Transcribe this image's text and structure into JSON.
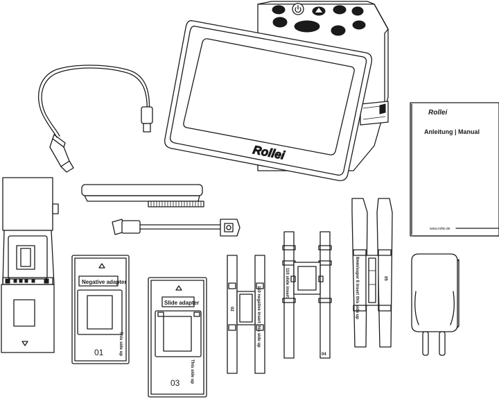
{
  "scanner": {
    "brand": "Rollei"
  },
  "manual": {
    "brand": "Rollei",
    "title": "Anleitung | Manual",
    "url": "www.rollei.de"
  },
  "adapters": {
    "negative": {
      "label": "Negative adapter",
      "side_text": "This side up",
      "number": "01"
    },
    "slide": {
      "label": "Slide adapter",
      "side_text": "This side up",
      "number": "03"
    }
  },
  "inserts": {
    "insert_02": {
      "number": "02",
      "side_text": "110 negative insert  this side up"
    },
    "insert_04": {
      "number": "04",
      "side_text": "110 slide insert"
    },
    "insert_05": {
      "number": "05",
      "side_text": "8mm/super 8 insert  this side up"
    }
  },
  "colors": {
    "line": "#1a1a1a",
    "background": "#ffffff"
  },
  "icons": [
    "usb-cable-icon",
    "cleaning-brush-icon",
    "hdmi-cable-icon",
    "power-plug-icon"
  ]
}
